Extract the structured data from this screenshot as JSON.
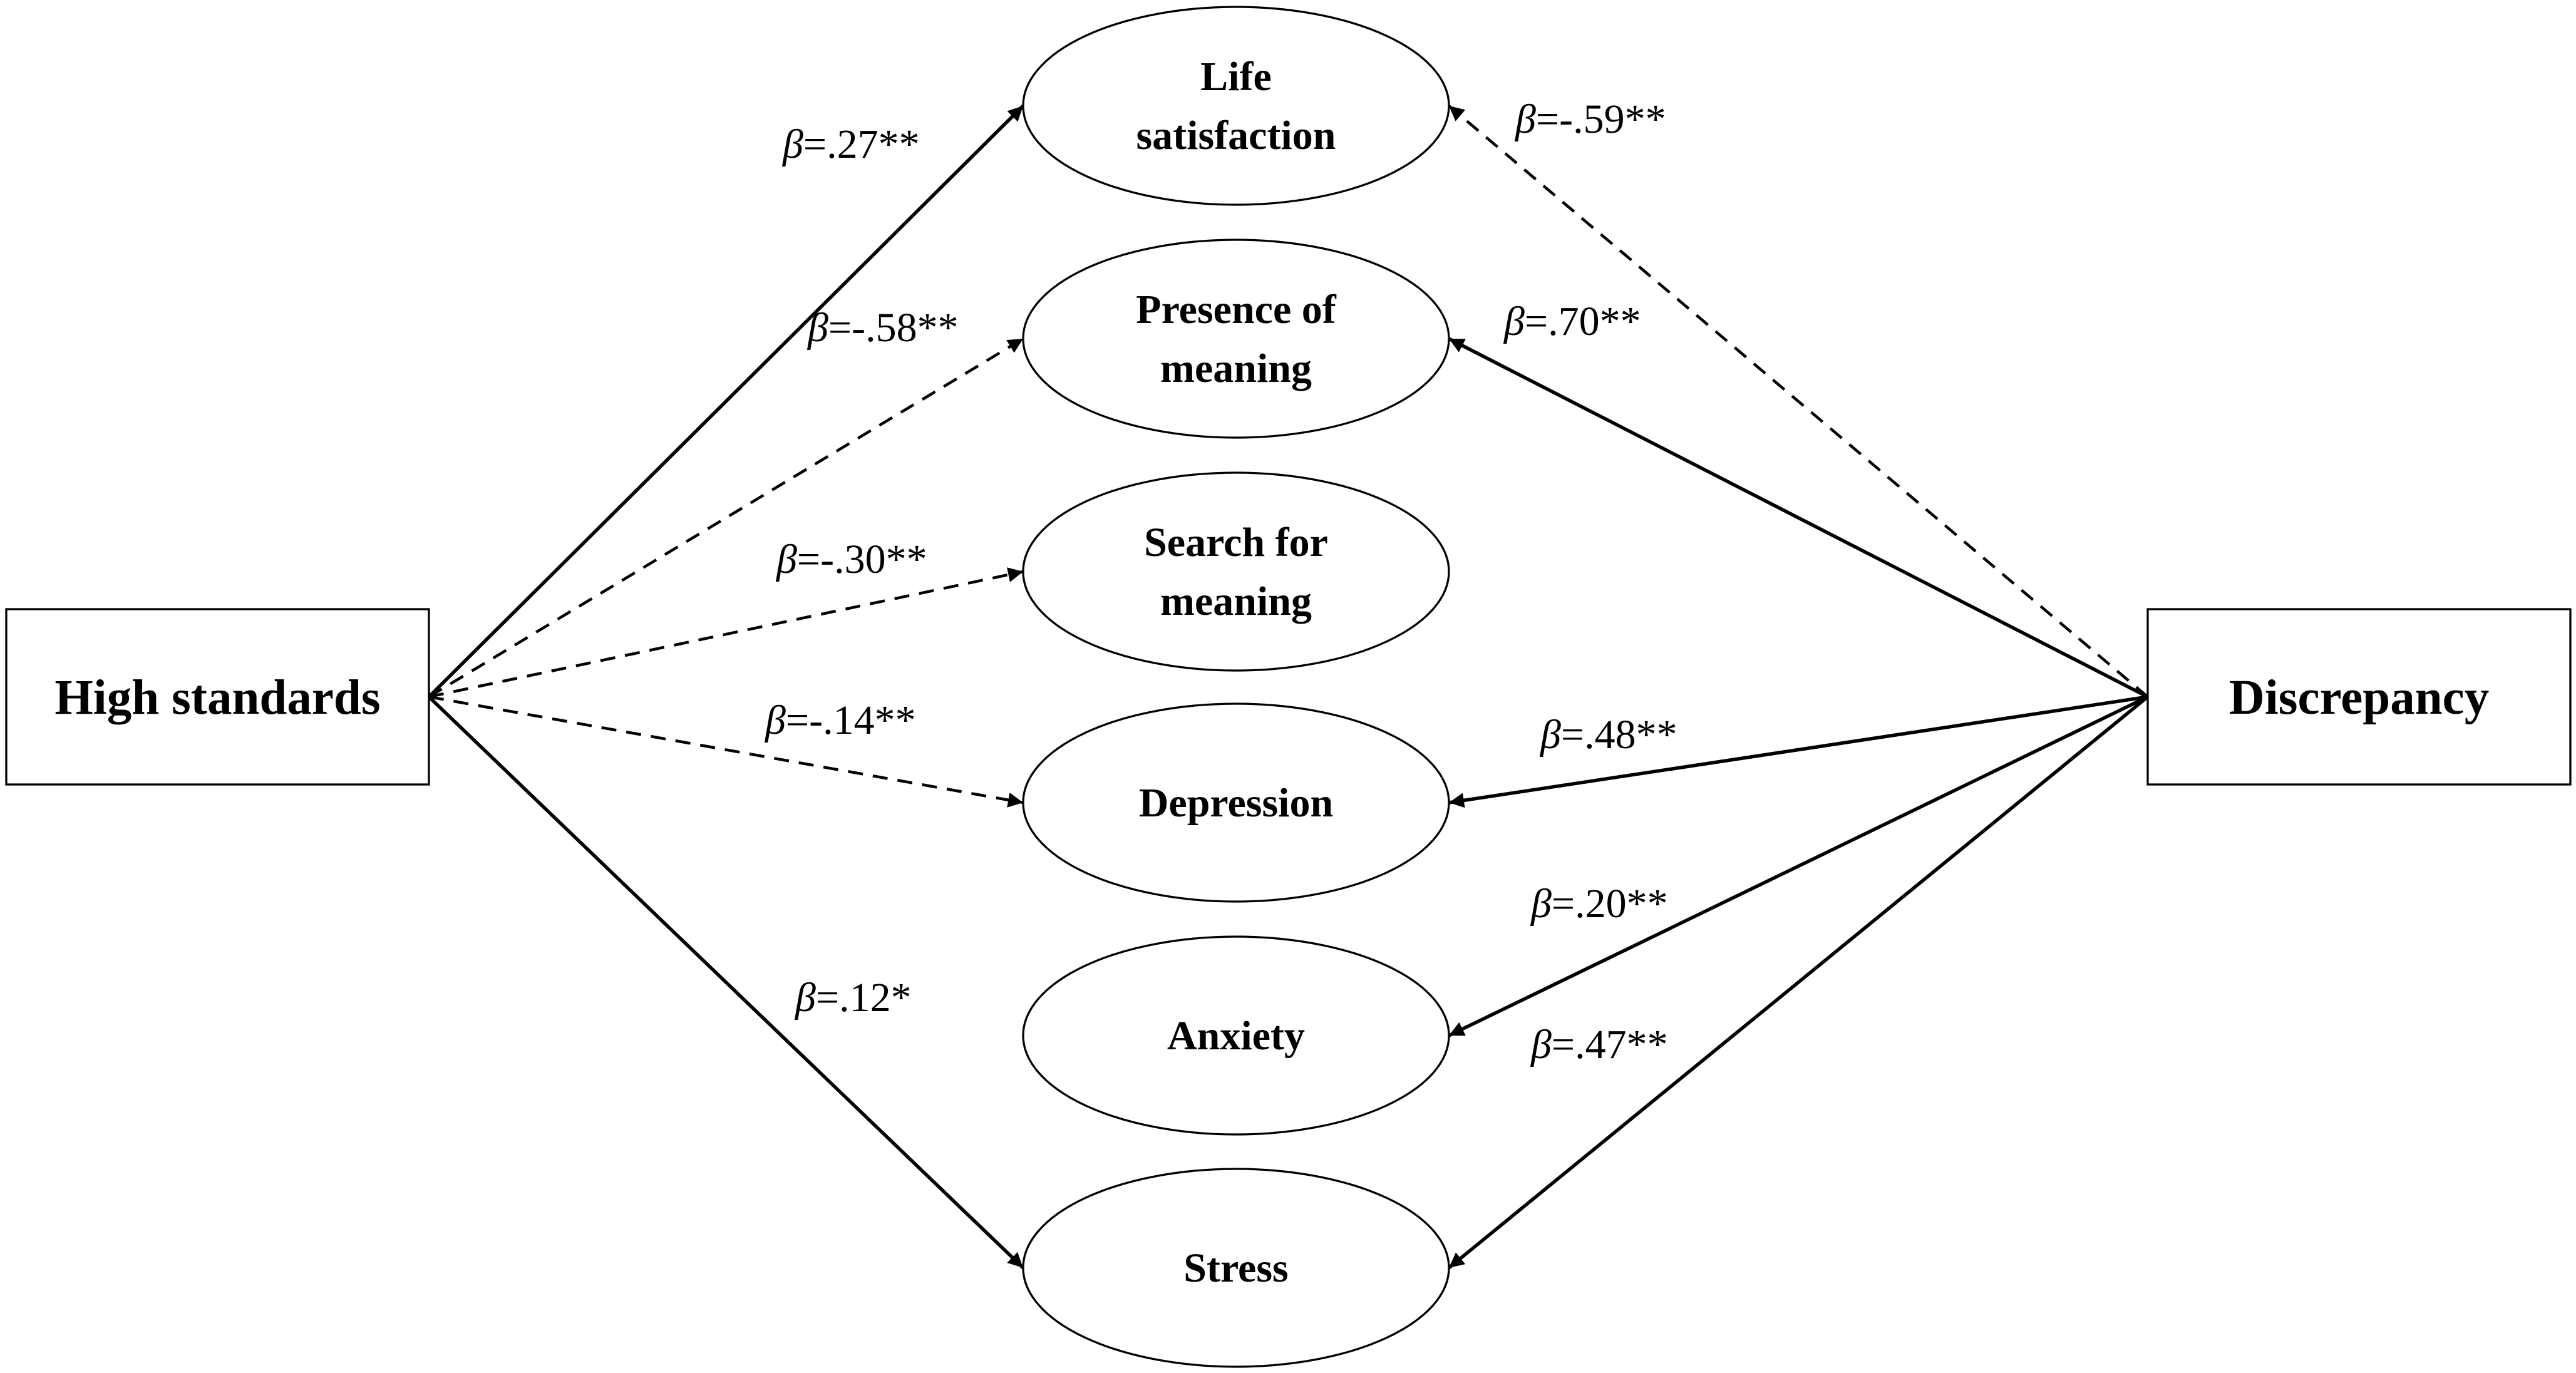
{
  "diagram": {
    "predictors": [
      {
        "id": "high_standards",
        "label": "High standards"
      },
      {
        "id": "discrepancy",
        "label": "Discrepancy"
      }
    ],
    "outcomes": [
      {
        "id": "life_satisfaction",
        "lines": [
          "Life",
          "satisfaction"
        ]
      },
      {
        "id": "presence_of_meaning",
        "lines": [
          "Presence of",
          "meaning"
        ]
      },
      {
        "id": "search_for_meaning",
        "lines": [
          "Search for",
          "meaning"
        ]
      },
      {
        "id": "depression",
        "lines": [
          "Depression"
        ]
      },
      {
        "id": "anxiety",
        "lines": [
          "Anxiety"
        ]
      },
      {
        "id": "stress",
        "lines": [
          "Stress"
        ]
      }
    ],
    "paths": [
      {
        "from": "high_standards",
        "to": "life_satisfaction",
        "beta": "β",
        "value": "=.27**",
        "style": "solid"
      },
      {
        "from": "high_standards",
        "to": "presence_of_meaning",
        "beta": "β",
        "value": "=-.58**",
        "style": "dashed"
      },
      {
        "from": "high_standards",
        "to": "search_for_meaning",
        "beta": "β",
        "value": "=-.30**",
        "style": "dashed"
      },
      {
        "from": "high_standards",
        "to": "depression",
        "beta": "β",
        "value": "=-.14**",
        "style": "dashed"
      },
      {
        "from": "high_standards",
        "to": "stress",
        "beta": "β",
        "value": "=.12*",
        "style": "solid"
      },
      {
        "from": "discrepancy",
        "to": "life_satisfaction",
        "beta": "β",
        "value": "=-.59**",
        "style": "dashed"
      },
      {
        "from": "discrepancy",
        "to": "presence_of_meaning",
        "beta": "β",
        "value": "=.70**",
        "style": "solid"
      },
      {
        "from": "discrepancy",
        "to": "depression",
        "beta": "β",
        "value": "=.48**",
        "style": "solid"
      },
      {
        "from": "discrepancy",
        "to": "anxiety",
        "beta": "β",
        "value": "=.20**",
        "style": "solid"
      },
      {
        "from": "discrepancy",
        "to": "stress",
        "beta": "β",
        "value": "=.47**",
        "style": "solid"
      }
    ]
  }
}
